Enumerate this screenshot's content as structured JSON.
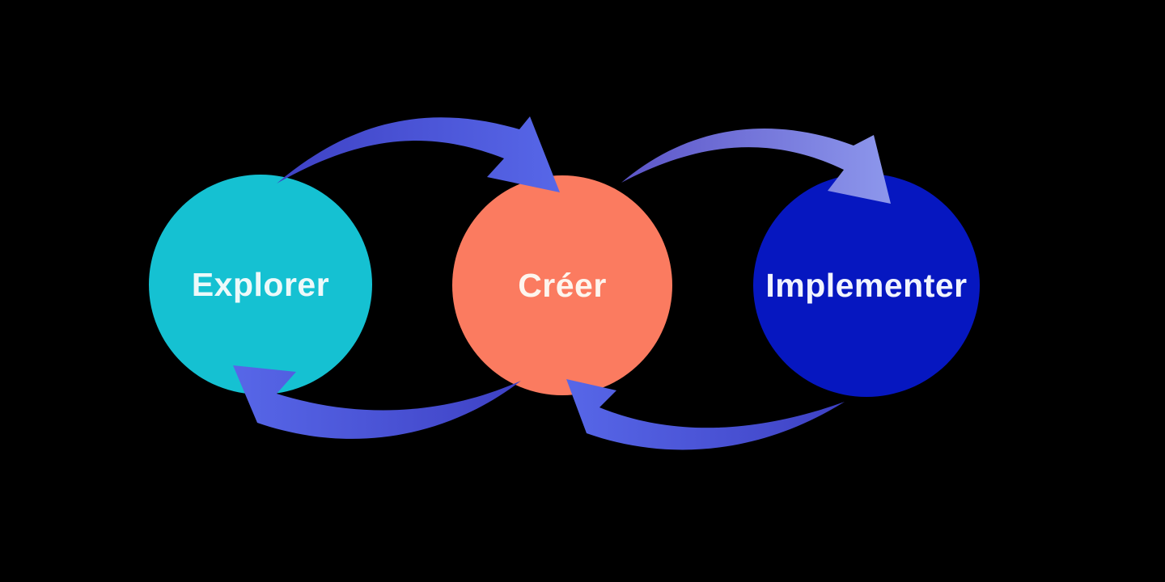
{
  "diagram": {
    "type": "cycle",
    "background": "#000000",
    "stages": [
      {
        "label": "Explorer",
        "color": "#15C1D2",
        "text_color": "#EDF9FA"
      },
      {
        "label": "Créer",
        "color": "#FB7B60",
        "text_color": "#FDF5EE"
      },
      {
        "label": "Implementer",
        "color": "#0617C0",
        "text_color": "#F1F4FE"
      }
    ],
    "arrow_dark": {
      "start": "#3E41C4",
      "end": "#5767E8"
    },
    "arrow_light": {
      "start": "#5C55C8",
      "end": "#8D97EC"
    }
  }
}
